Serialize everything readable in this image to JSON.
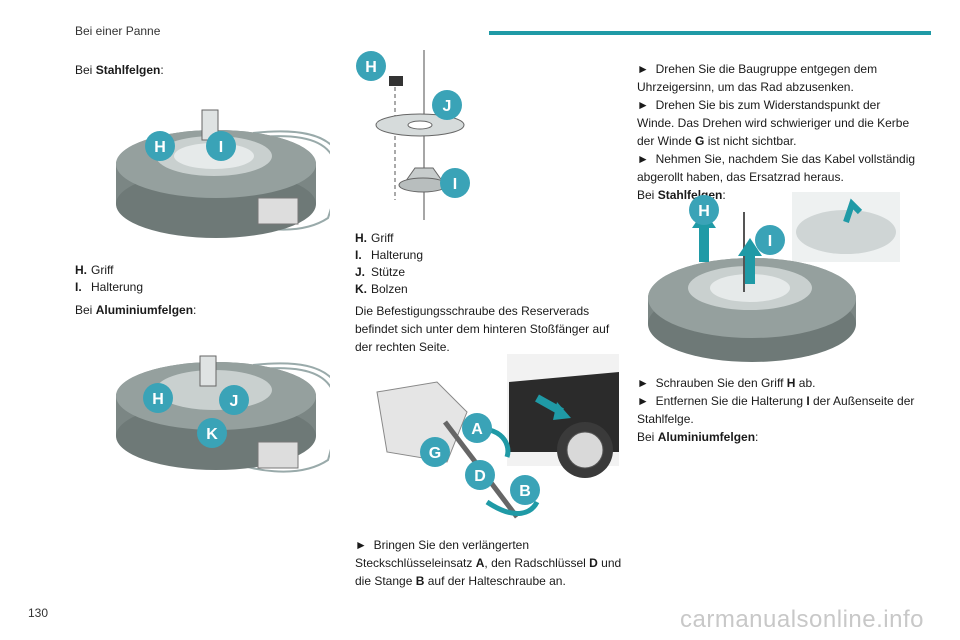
{
  "header": {
    "title": "Bei einer Panne"
  },
  "page_number": "130",
  "watermark": "carmanualsonline.info",
  "col1": {
    "intro_steel": {
      "prefix": "Bei ",
      "bold": "Stahlfelgen",
      "suffix": ":"
    },
    "legend_steel": [
      {
        "key": "H.",
        "text": "Griff"
      },
      {
        "key": "I.",
        "text": "Halterung"
      }
    ],
    "intro_alu": {
      "prefix": "Bei ",
      "bold": "Aluminiumfelgen",
      "suffix": ":"
    },
    "fig1_badges": [
      "H",
      "I"
    ],
    "fig2_badges": [
      "H",
      "J",
      "K"
    ]
  },
  "col2": {
    "fig_badges": [
      "H",
      "J",
      "I"
    ],
    "legend": [
      {
        "key": "H.",
        "text": "Griff"
      },
      {
        "key": "I.",
        "text": "Halterung"
      },
      {
        "key": "J.",
        "text": "Stütze"
      },
      {
        "key": "K.",
        "text": "Bolzen"
      }
    ],
    "para_location": "Die Befestigungsschraube des Reserverads befindet sich unter dem hinteren Stoßfänger auf der rechten Seite.",
    "fig2_badges": [
      "A",
      "G",
      "D",
      "B"
    ],
    "step_insert": {
      "arrow": "►",
      "t1": "Bringen Sie den verlängerten Steckschlüsseleinsatz ",
      "b1": "A",
      "t2": ", den Radschlüssel ",
      "b2": "D",
      "t3": " und die Stange ",
      "b3": "B",
      "t4": " auf der Halteschraube an."
    }
  },
  "col3": {
    "steps_top": [
      "Drehen Sie die Baugruppe entgegen dem Uhrzeigersinn, um das Rad abzusenken.",
      "Drehen Sie bis zum Widerstandspunkt der Winde. Das Drehen wird schwieriger und die Kerbe der Winde ",
      "Nehmen Sie, nachdem Sie das Kabel vollständig abgerollt haben, das Ersatzrad heraus."
    ],
    "step2_bold": "G",
    "step2_tail": " ist nicht sichtbar.",
    "arrow": "►",
    "intro_steel": {
      "prefix": "Bei ",
      "bold": "Stahlfelgen",
      "suffix": ":"
    },
    "fig_badges": [
      "H",
      "I"
    ],
    "step_unscrew": {
      "t1": "Schrauben Sie den Griff ",
      "b1": "H",
      "t2": " ab."
    },
    "step_remove": {
      "t1": "Entfernen Sie die Halterung ",
      "b1": "I",
      "t2": " der Außenseite der Stahlfelge."
    },
    "intro_alu": {
      "prefix": "Bei ",
      "bold": "Aluminiumfelgen",
      "suffix": ":"
    }
  },
  "colors": {
    "accent": "#1f9aa6",
    "badge": "#3aa3b7",
    "tire": "#8b9694"
  }
}
